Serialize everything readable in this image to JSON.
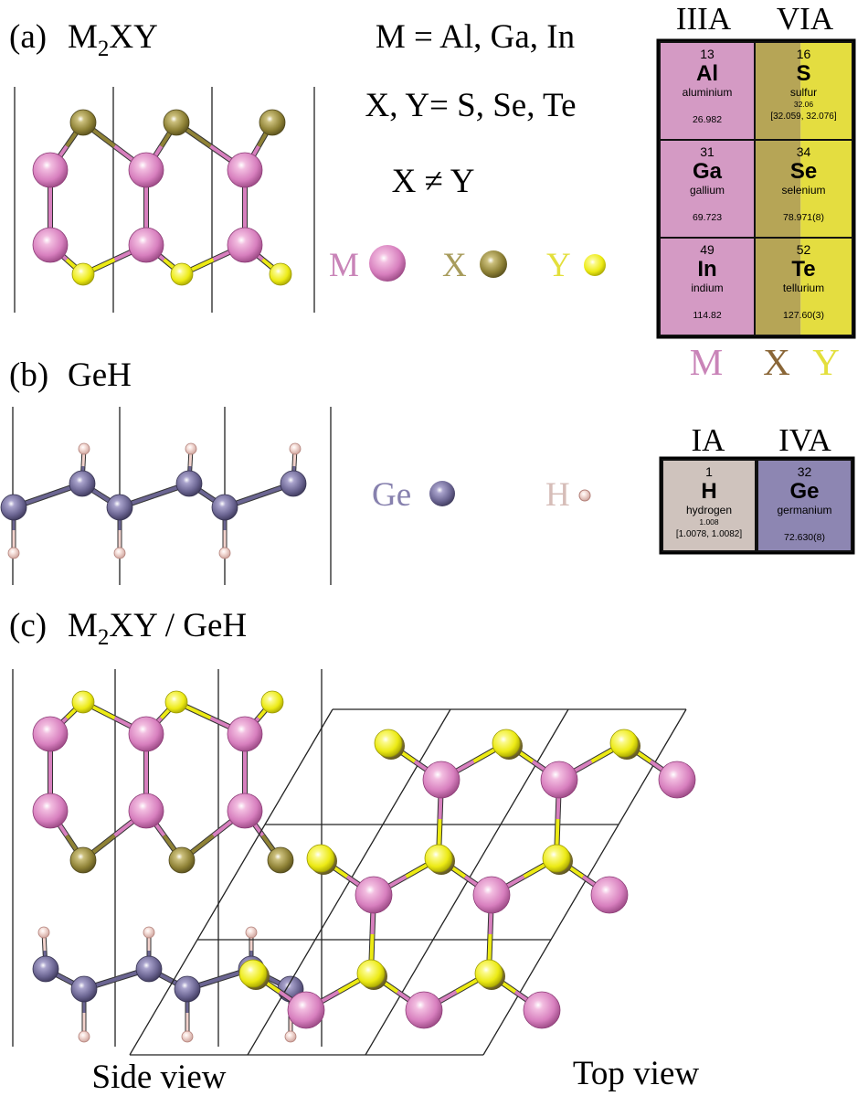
{
  "panel_a": {
    "label": "(a)",
    "formula": {
      "base": "M",
      "sub": "2",
      "rest": "XY"
    },
    "eq_m": "M = Al, Ga, In",
    "eq_xy": "X, Y= S, Se, Te",
    "eq_neq": "X ≠ Y",
    "legend": {
      "m": "M",
      "x": "X",
      "y": "Y"
    }
  },
  "panel_b": {
    "label": "(b)",
    "title": "GeH",
    "legend": {
      "ge": "Ge",
      "h": "H"
    }
  },
  "panel_c": {
    "label": "(c)",
    "formula": {
      "base": "M",
      "sub": "2",
      "rest": "XY / GeH"
    },
    "side_caption": "Side view",
    "top_caption": "Top view"
  },
  "table_1": {
    "col1_header": "IIIA",
    "col2_header": "VIA",
    "cells": [
      {
        "number": "13",
        "symbol": "Al",
        "name": "aluminium",
        "mass": "26.982",
        "mass_range": ""
      },
      {
        "number": "16",
        "symbol": "S",
        "name": "sulfur",
        "mass": "32.06",
        "mass_range": "[32.059, 32.076]"
      },
      {
        "number": "31",
        "symbol": "Ga",
        "name": "gallium",
        "mass": "69.723",
        "mass_range": ""
      },
      {
        "number": "34",
        "symbol": "Se",
        "name": "selenium",
        "mass": "78.971(8)",
        "mass_range": ""
      },
      {
        "number": "49",
        "symbol": "In",
        "name": "indium",
        "mass": "114.82",
        "mass_range": ""
      },
      {
        "number": "52",
        "symbol": "Te",
        "name": "tellurium",
        "mass": "127.60(3)",
        "mass_range": ""
      }
    ],
    "footer": {
      "m": "M",
      "x": "X",
      "y": "Y"
    }
  },
  "table_2": {
    "col1_header": "IA",
    "col2_header": "IVA",
    "cells": [
      {
        "number": "1",
        "symbol": "H",
        "name": "hydrogen",
        "mass": "1.008",
        "mass_range": "[1.0078, 1.0082]"
      },
      {
        "number": "32",
        "symbol": "Ge",
        "name": "germanium",
        "mass": "72.630(8)",
        "mass_range": ""
      }
    ]
  },
  "colors": {
    "m_atom": "#d77fbe",
    "x_atom": "#8f8236",
    "y_atom": "#ecea14",
    "ge_atom": "#6b6592",
    "h_atom": "#f2d2cc",
    "cell_pink": "#d49ac4",
    "cell_olive": "#b6a556",
    "cell_yellow": "#e4dd40",
    "cell_h": "#cfc3bd",
    "cell_ge": "#8d86b2",
    "label_m": "#c984b8",
    "label_x": "#8a6637",
    "label_y": "#e3df3c"
  }
}
